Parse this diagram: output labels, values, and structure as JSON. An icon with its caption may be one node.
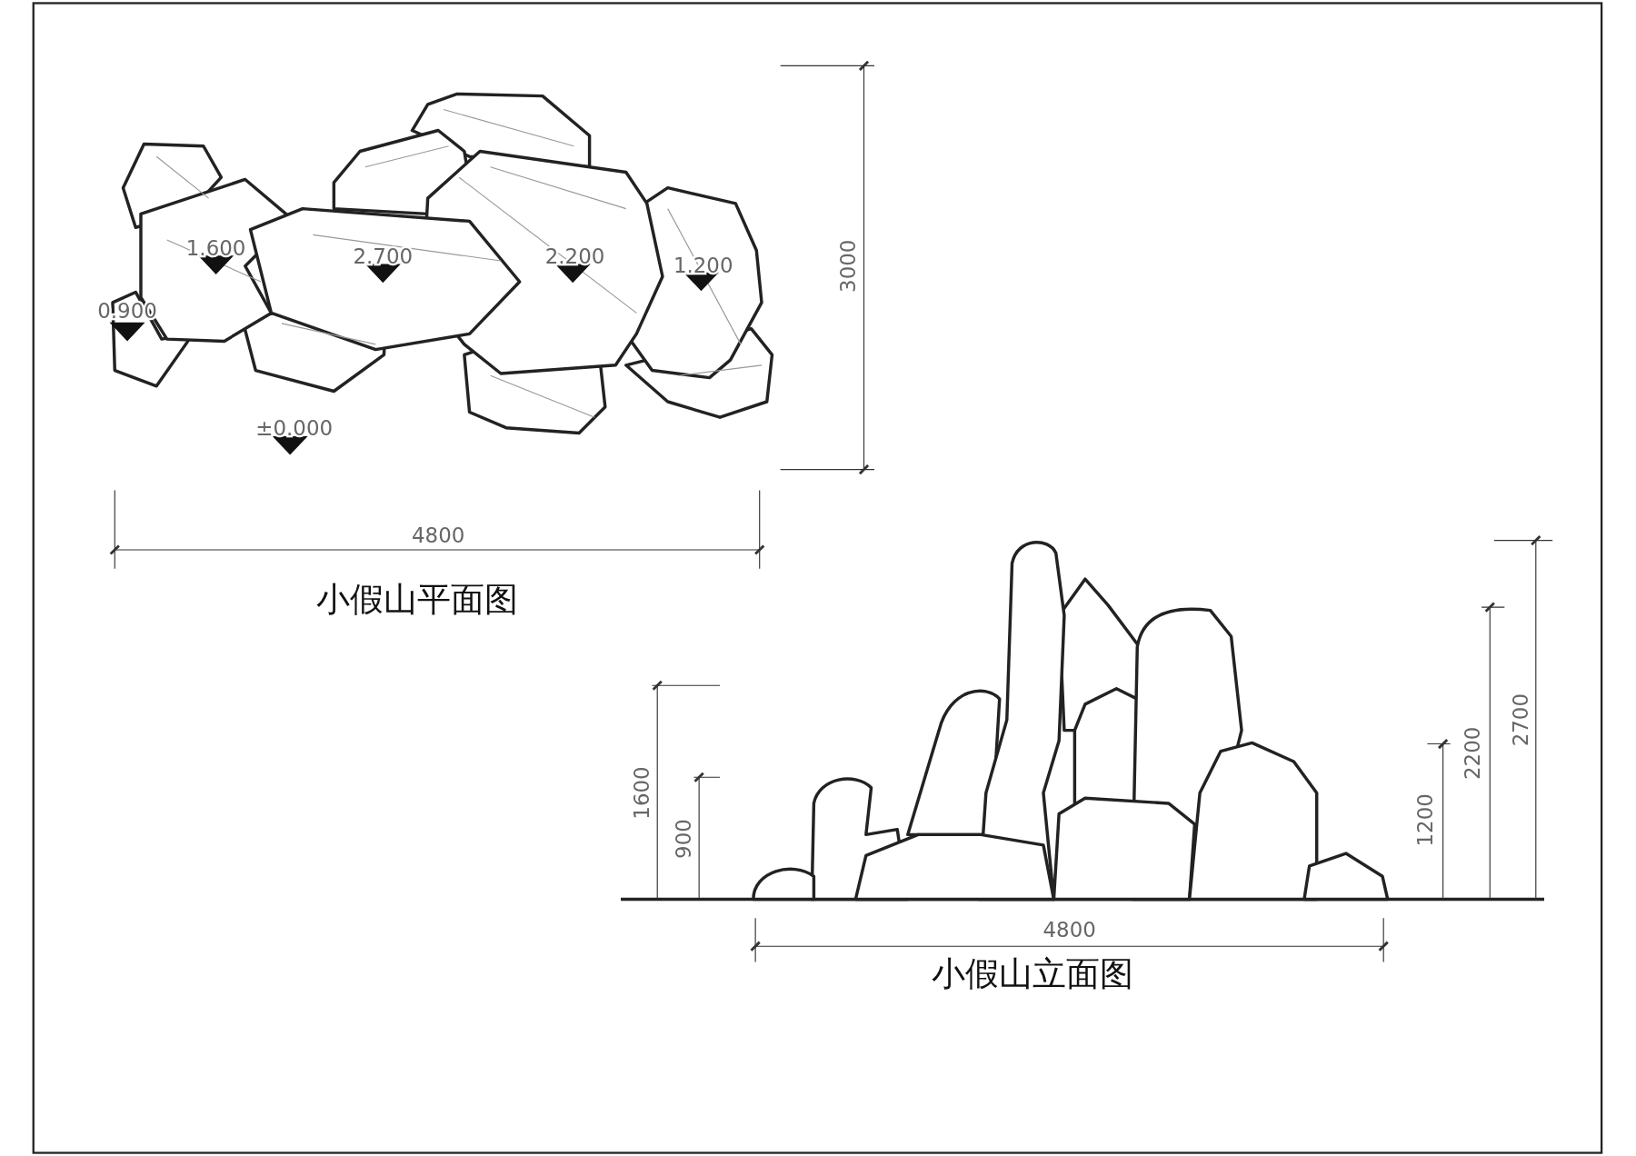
{
  "diagram": {
    "labels": [
      "1.600",
      "2.700",
      "2.200",
      "1.200",
      "3000",
      "0.900",
      "±0.000",
      "4800",
      "小假山平面图",
      "2700",
      "2200",
      "1600",
      "900",
      "1200",
      "4800",
      "小假山立面图"
    ]
  }
}
